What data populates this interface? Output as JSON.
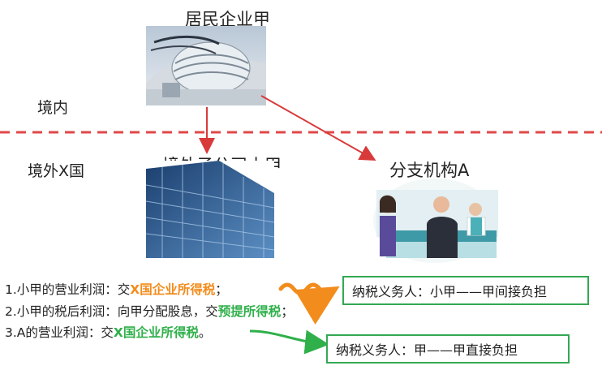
{
  "entities": {
    "resident": "居民企业甲",
    "subsidiary": "境外子公司小甲",
    "branch": "分支机构A"
  },
  "regions": {
    "domestic": "境内",
    "foreign": "境外X国"
  },
  "notes": [
    {
      "prefix": "1.小甲的营业利润：交",
      "highlight": "X国企业所得税",
      "suffix": "；"
    },
    {
      "prefix": "2.小甲的税后利润：向甲分配股息，交",
      "highlight": "预提所得税",
      "suffix": "；"
    },
    {
      "prefix": "3.A的营业利润：交",
      "highlight": "X国企业所得税",
      "suffix": "。"
    }
  ],
  "boxes": {
    "indirect": "纳税义务人：小甲——甲间接负担",
    "direct": "纳税义务人：甲——甲直接负担"
  },
  "colors": {
    "divider": "#e04848",
    "arrow_red": "#d83a3a",
    "orange": "#f28c1c",
    "green": "#2fb04a"
  }
}
